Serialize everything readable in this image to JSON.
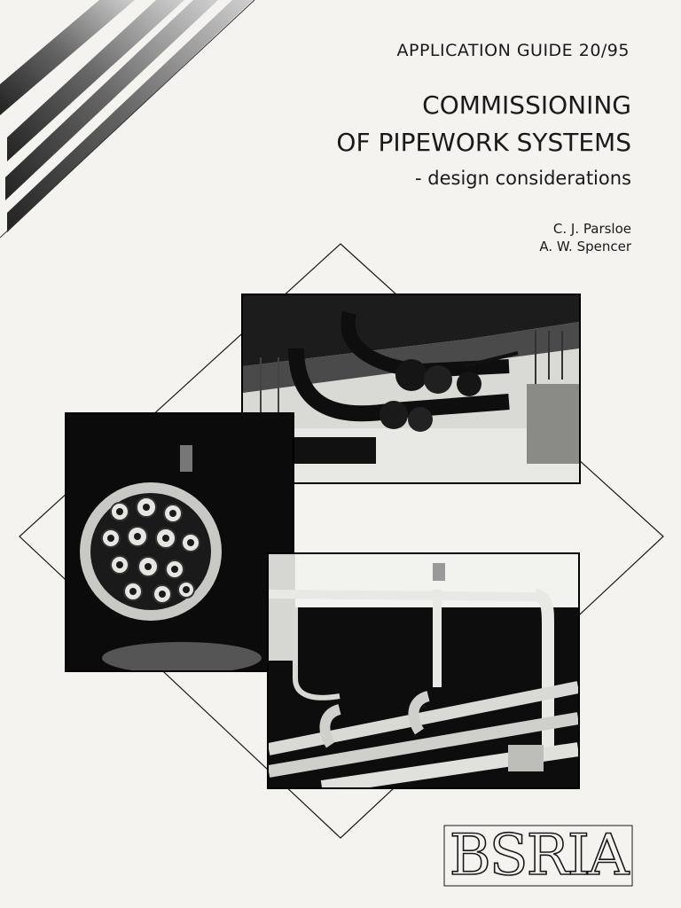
{
  "cover": {
    "series": "APPLICATION GUIDE 20/95",
    "title_line1": "COMMISSIONING",
    "title_line2": "OF PIPEWORK SYSTEMS",
    "subtitle": "- design considerations",
    "authors": [
      "C. J. Parsloe",
      "A. W. Spencer"
    ]
  },
  "logo": {
    "text": "BSRIA"
  },
  "colors": {
    "paper": "#f4f3ef",
    "ink": "#1a1a1a"
  }
}
